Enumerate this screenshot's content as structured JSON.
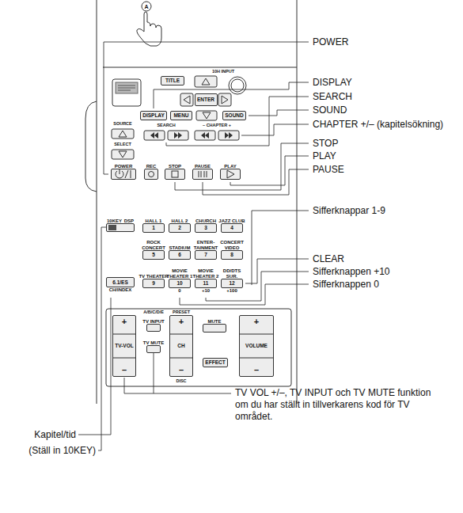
{
  "diagram": {
    "nodes": [
      {
        "text": [
          "TITLE"
        ]
      },
      {
        "text": [
          "ENTER"
        ]
      },
      {
        "text": [
          "DISPLAY"
        ]
      },
      {
        "text": [
          "MENU"
        ]
      },
      {
        "text": [
          "SOUND"
        ]
      },
      {
        "text": [
          "POWER"
        ]
      },
      {
        "text": [
          "REC"
        ]
      },
      {
        "text": [
          "STOP"
        ]
      },
      {
        "text": [
          "PAUSE"
        ]
      },
      {
        "text": [
          "PLAY"
        ]
      },
      {
        "text": [
          "10KEY",
          "DSP"
        ]
      },
      {
        "text": [
          "HALL 1",
          "1"
        ]
      },
      {
        "text": [
          "HALL 2",
          "2"
        ]
      },
      {
        "text": [
          "CHURCH",
          "3"
        ]
      },
      {
        "text": [
          "JAZZ CLUB",
          "4"
        ]
      },
      {
        "text": [
          "ROCK CONCERT",
          "5"
        ]
      },
      {
        "text": [
          "STADIUM",
          "6"
        ]
      },
      {
        "text": [
          "ENTER-TAINMENT",
          "7"
        ]
      },
      {
        "text": [
          "CONCERT VIDEO",
          "8"
        ]
      },
      {
        "text": [
          "TV THEATER",
          "9"
        ]
      },
      {
        "text": [
          "MOVIE THEATER 1",
          "10",
          "0"
        ]
      },
      {
        "text": [
          "MOVIE THEATER 2",
          "11",
          "+10"
        ]
      },
      {
        "text": [
          "DD/DTS SUR.",
          "12",
          "+100"
        ]
      },
      {
        "text": [
          "6.1/ES",
          "CH/INDEX"
        ]
      },
      {
        "text": [
          "+",
          "TV-VOL",
          "–"
        ]
      },
      {
        "text": [
          "TV INPUT"
        ]
      },
      {
        "text": [
          "TV MUTE"
        ]
      },
      {
        "text": [
          "+",
          "CH",
          "–"
        ]
      },
      {
        "text": [
          "MUTE"
        ]
      },
      {
        "text": [
          "EFFECT"
        ]
      },
      {
        "text": [
          "+",
          "VOLUME",
          "–"
        ]
      }
    ],
    "labels": [
      "A",
      "10H INPUT",
      "SOURCE",
      "SELECT",
      "SEARCH",
      "– CHAPTER +",
      "A/B/C/D/E",
      "PRESET",
      "DISC",
      "POWER",
      "DISPLAY",
      "SEARCH",
      "SOUND",
      "CHAPTER +/– (kapitelsökning)",
      "STOP",
      "PLAY",
      "PAUSE",
      "Sifferknappar 1-9",
      "CLEAR",
      "Sifferknappen +10",
      "Sifferknappen 0",
      "TV VOL +/–, TV INPUT och TV MUTE funktion om du har ställt in tillverkarens kod för TV området.",
      "Kapitel/tid",
      "(Ställ in 10KEY)"
    ]
  }
}
